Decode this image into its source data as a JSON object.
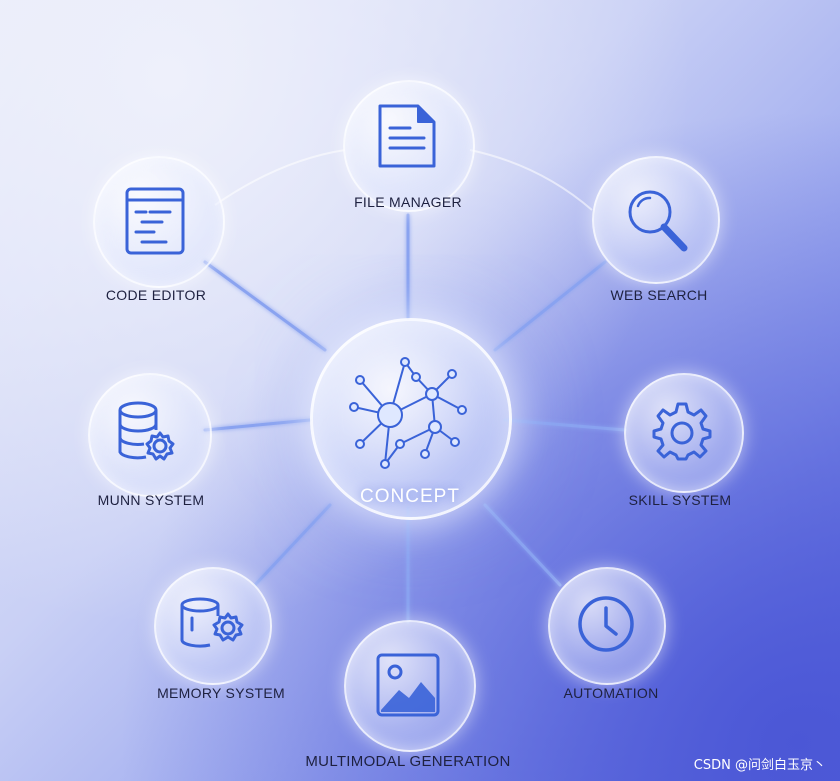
{
  "center": {
    "label": "CONCEPT",
    "icon": "network-nodes-icon"
  },
  "nodes": [
    {
      "id": "file-manager",
      "label": "FILE MANAGER",
      "icon": "document-icon"
    },
    {
      "id": "code-editor",
      "label": "CODE EDITOR",
      "icon": "code-window-icon"
    },
    {
      "id": "web-search",
      "label": "WEB SEARCH",
      "icon": "magnifier-icon"
    },
    {
      "id": "mixed-system",
      "label": "MUNN SYSTEM",
      "icon": "database-gear-icon"
    },
    {
      "id": "skill-system",
      "label": "SKILL SYSTEM",
      "icon": "gear-icon"
    },
    {
      "id": "memory-system",
      "label": "MEMORY SYSTEM",
      "icon": "memory-gear-icon"
    },
    {
      "id": "automation",
      "label": "AUTOMATION",
      "icon": "clock-icon"
    },
    {
      "id": "multimodal-generation",
      "label": "MULTIMODAL GENERATION",
      "icon": "image-icon"
    }
  ],
  "colors": {
    "icon_stroke": "#3a63d8",
    "line": "#8aa3f0",
    "text": "#1e2140"
  },
  "watermark": "CSDN @问剑白玉京丶"
}
